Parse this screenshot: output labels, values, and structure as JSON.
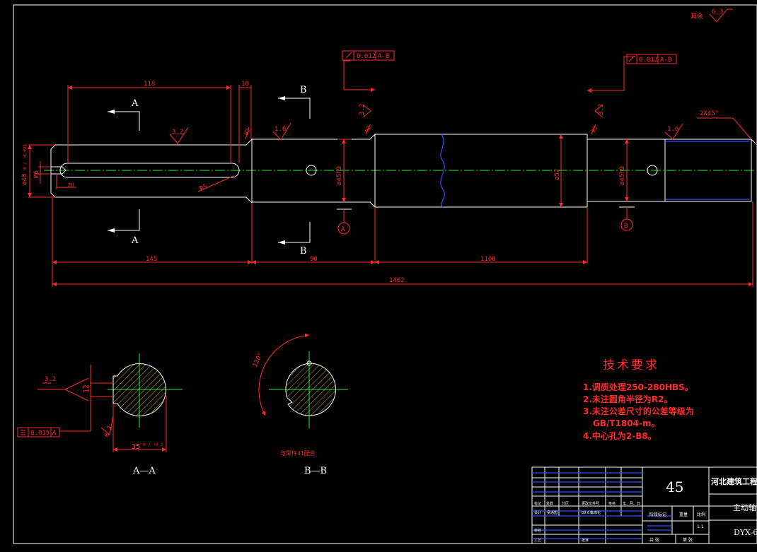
{
  "colors": {
    "background": "#000000",
    "outline": "#ffffff",
    "dimension": "#ff2a2a",
    "centerline": "#2ee62e",
    "thread": "#2f4fff"
  },
  "roughness": {
    "general_label": "其余",
    "general_value": "6.3",
    "r32a": "3.2",
    "r16a": "1.6",
    "r16b": "1.6",
    "r32b": "3.2",
    "r32c": "3.2",
    "r63": "6.3",
    "r32d": "3.2"
  },
  "tolerance": {
    "runout1": "0.012",
    "datum1": "A-B",
    "runout2": "0.012",
    "datum2": "A-B",
    "sym": "0.015",
    "sym_datum": "A"
  },
  "dims": {
    "d118": "118",
    "d10": "10",
    "d145": "145",
    "d90": "90",
    "d1100": "1100",
    "d1462": "1462",
    "d40": "ø40",
    "d40tol": "0 / -0.025",
    "m6": "M6",
    "d28": "28",
    "r5": "R5",
    "d45a": "ø45h9",
    "d45b": "ø45h9",
    "d52": "ø52",
    "chamfer": "2X45°",
    "r2a": "R2",
    "r2b": "R2",
    "r2c": "R2",
    "key12": "12",
    "key35": "35",
    "key35tol": "0 / -0.2",
    "angle120": "120°"
  },
  "sections": {
    "A": "A",
    "B": "B",
    "datumA": "A",
    "datumB": "B",
    "labelAA": "A—A",
    "labelBB": "B—B",
    "note_bb": "与零件41配合"
  },
  "tech": {
    "title": "技术要求",
    "items": [
      "1.调质处理250-280HBS。",
      "2.未注圆角半径为R2。",
      "3.未注公差尺寸的公差等级为",
      "GB/T1804-m。",
      "4.中心孔为2-B8。"
    ]
  },
  "titleblock": {
    "material": "45",
    "school": "河北建筑工程",
    "part": "主动轴",
    "drawing_no": "DYX-6",
    "scale": "1:1",
    "h_mark": "标记",
    "h_count": "处数",
    "h_zone": "分区",
    "h_doc": "更改文件号",
    "h_sign": "签名",
    "h_date": "年、月、日",
    "h_design": "设计",
    "h_std": "标准化",
    "h_stage": "阶段标记",
    "h_weight": "重量",
    "h_ratio": "比例",
    "h_check": "审核",
    "h_craft": "工艺",
    "h_approve": "批准",
    "h_total": "共  张",
    "h_sheet": "第  张",
    "designer": "吴通国",
    "date": "09.6.5"
  }
}
